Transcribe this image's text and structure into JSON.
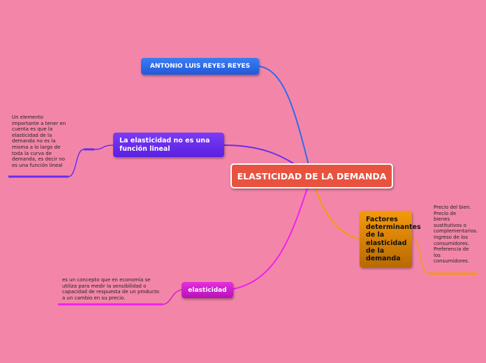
{
  "central": {
    "label": "ELASTICIDAD DE LA DEMANDA"
  },
  "branches": {
    "author": {
      "label": "ANTONIO LUIS REYES REYES"
    },
    "linear": {
      "label": "La elasticidad no es una función lineal",
      "note": "Un elemento importante a tener en cuenta es que la elasticidad de la demanda no es la misma a lo largo de toda la curva de demanda, es decir no es una función lineal"
    },
    "elasticidad": {
      "label": "elasticidad",
      "note": "es un concepto que en economía se utiliza para medir la sensibilidad o capacidad de respuesta de un producto a un cambio en su precio."
    },
    "factors": {
      "label": "Factores determinantes de la elasticidad de la demanda",
      "note": "Precio del bien. Precio de bienes sustitutivos o complementarios. Ingreso de los consumidores. Preferencia de los consumidores."
    }
  },
  "colors": {
    "background": "#f386a8",
    "central": "#e8533f",
    "author": "#2f6bea",
    "linear": "#6a2cf0",
    "elasticidad": "#d020d0",
    "factors": "#e08a00"
  }
}
